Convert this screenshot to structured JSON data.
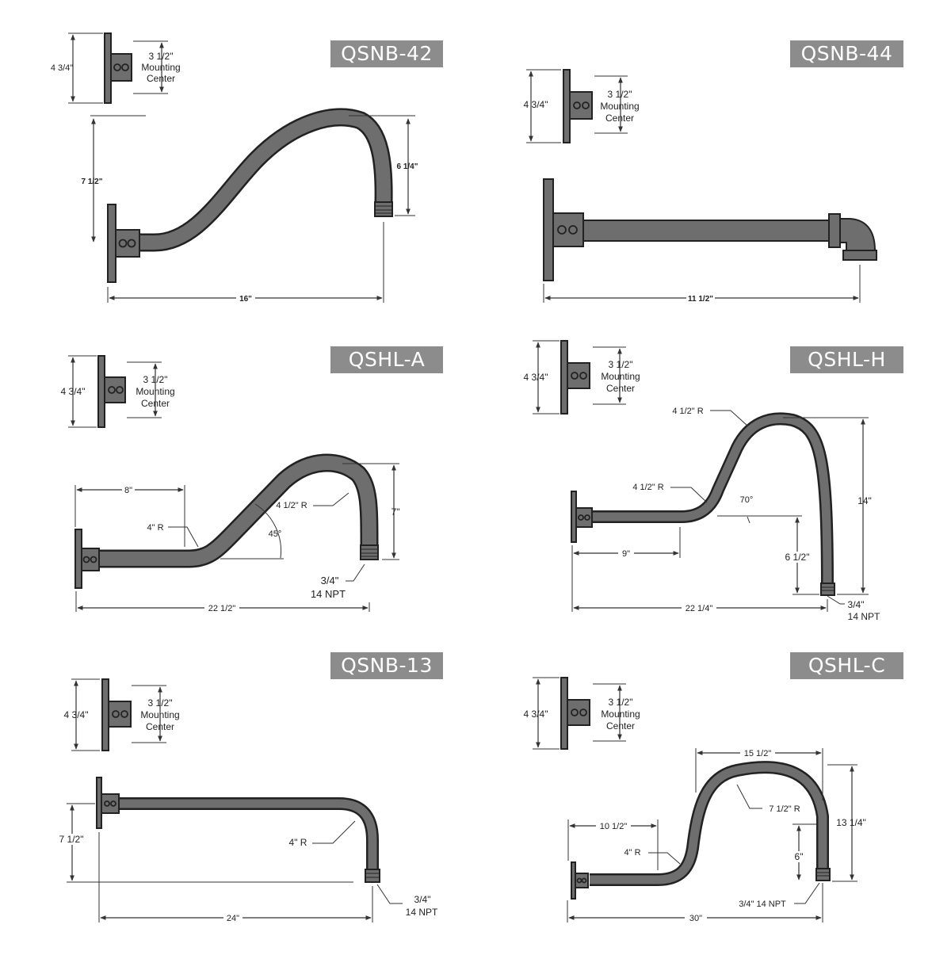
{
  "panels": {
    "qsnb42": {
      "title": "QSNB-42",
      "plate_height": "4 3/4\"",
      "mounting_center_value": "3 1/2\"",
      "mounting_center_label_1": "Mounting",
      "mounting_center_label_2": "Center",
      "height": "7 1/2\"",
      "drop": "6 1/4\"",
      "length": "16\""
    },
    "qsnb44": {
      "title": "QSNB-44",
      "plate_height": "4 3/4\"",
      "mounting_center_value": "3 1/2\"",
      "mounting_center_label_1": "Mounting",
      "mounting_center_label_2": "Center",
      "length": "11 1/2\""
    },
    "qshla": {
      "title": "QSHL-A",
      "plate_height": "4 3/4\"",
      "mounting_center_value": "3 1/2\"",
      "mounting_center_label_1": "Mounting",
      "mounting_center_label_2": "Center",
      "straight": "8\"",
      "radius_small": "4\" R",
      "radius_large": "4 1/2\" R",
      "angle": "45°",
      "height": "7\"",
      "thread_1": "3/4\"",
      "thread_2": "14 NPT",
      "length": "22 1/2\""
    },
    "qshlh": {
      "title": "QSHL-H",
      "plate_height": "4 3/4\"",
      "mounting_center_value": "3 1/2\"",
      "mounting_center_label_1": "Mounting",
      "mounting_center_label_2": "Center",
      "radius_top": "4 1/2\" R",
      "radius_low": "4 1/2\" R",
      "angle": "70°",
      "height": "14\"",
      "straight": "9\"",
      "drop": "6 1/2\"",
      "length": "22 1/4\"",
      "thread_1": "3/4\"",
      "thread_2": "14 NPT"
    },
    "qsnb13": {
      "title": "QSNB-13",
      "plate_height": "4 3/4\"",
      "mounting_center_value": "3 1/2\"",
      "mounting_center_label_1": "Mounting",
      "mounting_center_label_2": "Center",
      "height": "7 1/2\"",
      "radius": "4\" R",
      "length": "24\"",
      "thread_1": "3/4\"",
      "thread_2": "14 NPT"
    },
    "qshlc": {
      "title": "QSHL-C",
      "plate_height": "4 3/4\"",
      "mounting_center_value": "3 1/2\"",
      "mounting_center_label_1": "Mounting",
      "mounting_center_label_2": "Center",
      "top_width": "15 1/2\"",
      "radius_large": "7 1/2\" R",
      "straight": "10 1/2\"",
      "height": "13 1/4\"",
      "radius_small": "4\" R",
      "drop": "6\"",
      "thread": "3/4\" 14 NPT",
      "length": "30\""
    }
  }
}
